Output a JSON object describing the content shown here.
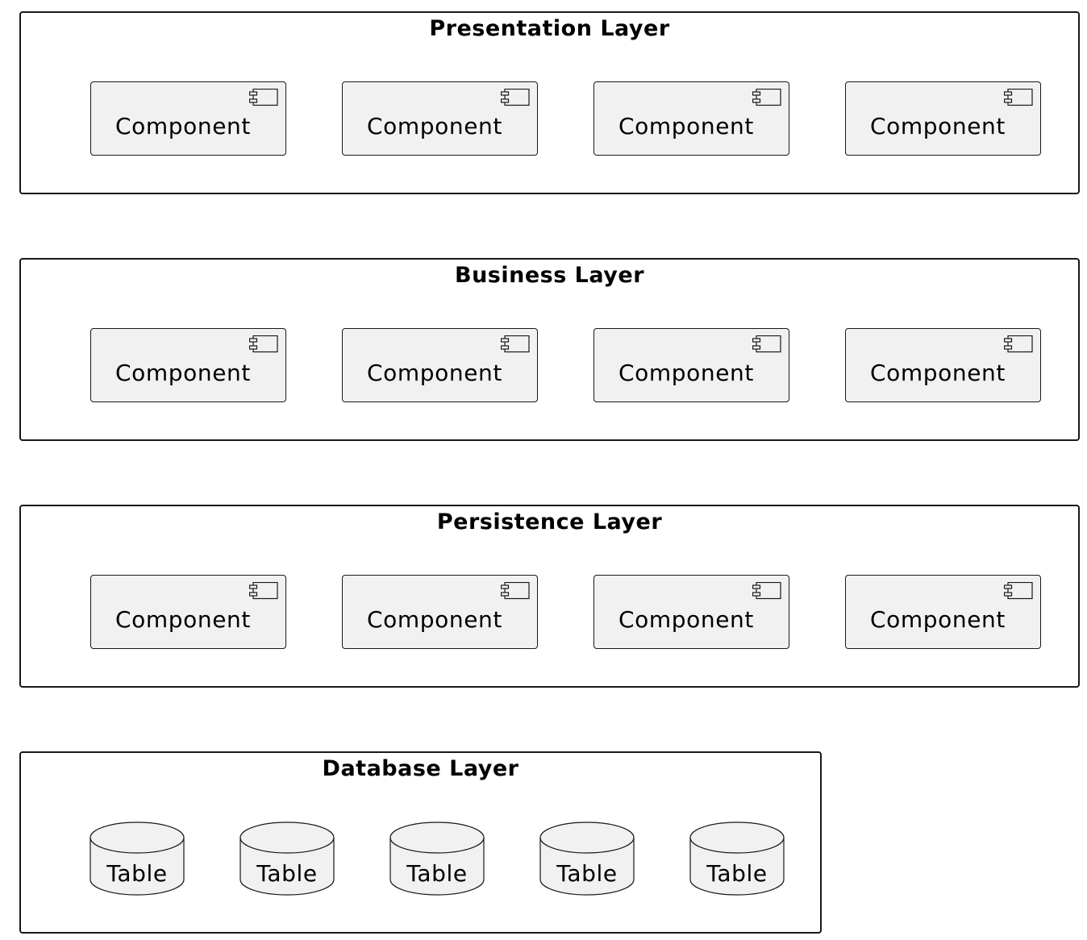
{
  "layers": [
    {
      "title": "Presentation Layer",
      "components": [
        "Component",
        "Component",
        "Component",
        "Component"
      ]
    },
    {
      "title": "Business Layer",
      "components": [
        "Component",
        "Component",
        "Component",
        "Component"
      ]
    },
    {
      "title": "Persistence Layer",
      "components": [
        "Component",
        "Component",
        "Component",
        "Component"
      ]
    }
  ],
  "database": {
    "title": "Database Layer",
    "tables": [
      "Table",
      "Table",
      "Table",
      "Table",
      "Table"
    ]
  },
  "colors": {
    "border": "#181818",
    "node_fill": "#f1f1f1",
    "background": "#ffffff"
  },
  "icons": {
    "component": "component-icon",
    "table": "database-cylinder-icon"
  }
}
